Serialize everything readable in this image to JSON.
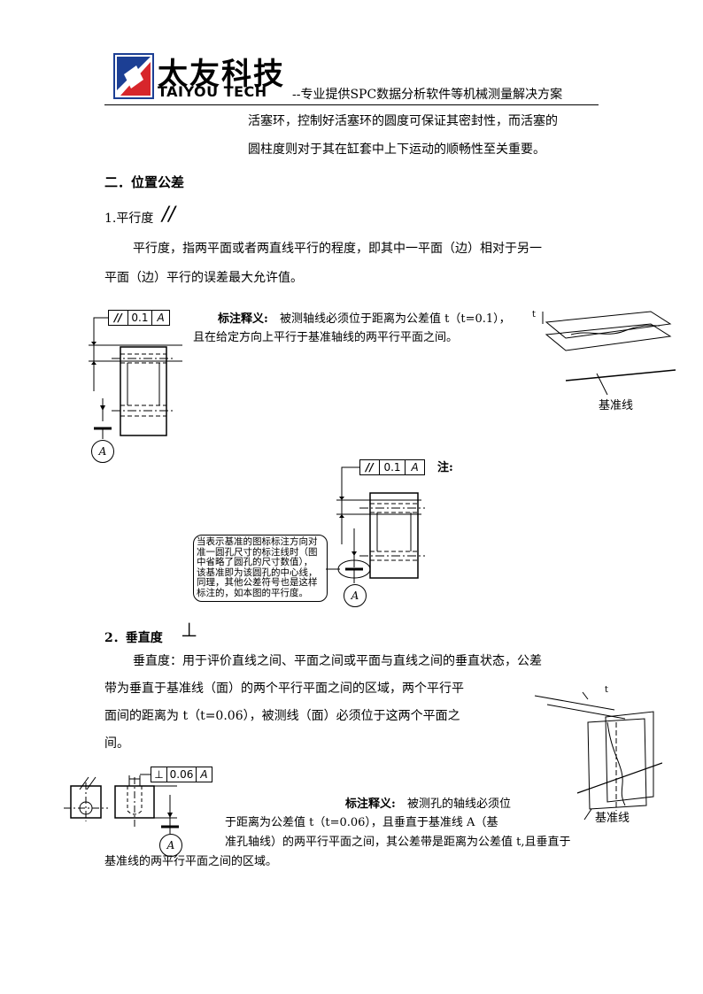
{
  "header": {
    "logo_cn": "太友科技",
    "logo_en": "TAIYOU TECH",
    "tagline": "--专业提供SPC数据分析软件等机械测量解决方案",
    "colors": {
      "logo_red": "#d7262b",
      "logo_blue": "#1c3f94"
    }
  },
  "body": {
    "intro_line1": "活塞环，控制好活塞环的圆度可保证其密封性，而活塞的",
    "intro_line2": "圆柱度则对于其在缸套中上下运动的顺畅性至关重要。",
    "section_title": "二．位置公差",
    "sub1": {
      "title": "1.平行度",
      "symbol": "//",
      "para_line1": "平行度，指两平面或者两直线平行的程度，即其中一平面（边）相对于另一",
      "para_line2": "平面（边）平行的误差最大允许值。",
      "note_label": "标注释义:",
      "note_line1": "被测轴线必须位于距离为公差值 t（t=0.1），",
      "note_line2": "且在给定方向上平行于基准轴线的两平行平面之间。",
      "datum_label": "基准线",
      "frame": {
        "symbol": "//",
        "value": "0.1",
        "datum": "A"
      },
      "zone_label": "t",
      "circle_label": "A",
      "zhu_label": "注:",
      "callout_lines": [
        "当表示基准的图标标注方向对",
        "准一圆孔尺寸的标注线时（图",
        "中省略了圆孔的尺寸数值），",
        "该基准即为该圆孔的中心线，",
        "同理，其他公差符号也是这样",
        "标注的，如本图的平行度。"
      ]
    },
    "sub2": {
      "title": "2．垂直度",
      "symbol": "⊥",
      "para_line1": "垂直度：用于评价直线之间、平面之间或平面与直线之间的垂直状态，公差",
      "para_line2": "带为垂直于基准线（面）的两个平行平面之间的区域，两个平行平",
      "para_line3": "面间的距离为 t（t=0.06），被测线（面）必须位于这两个平面之",
      "para_line4": "间。",
      "frame": {
        "symbol": "⊥",
        "value": "0.06",
        "datum": "A"
      },
      "note_label": "标注释义:",
      "note_line1": "被测孔的轴线必须位",
      "note_line2": "于距离为公差值 t（t=0.06），且垂直于基准线 A（基",
      "note_line3": "准孔轴线）的两平行平面之间，其公差带是距离为公差值 t,且垂直于",
      "note_line4": "基准线的两平行平面之间的区域。",
      "datum_label": "基准线",
      "zone_label": "t",
      "circle_label": "A"
    }
  }
}
